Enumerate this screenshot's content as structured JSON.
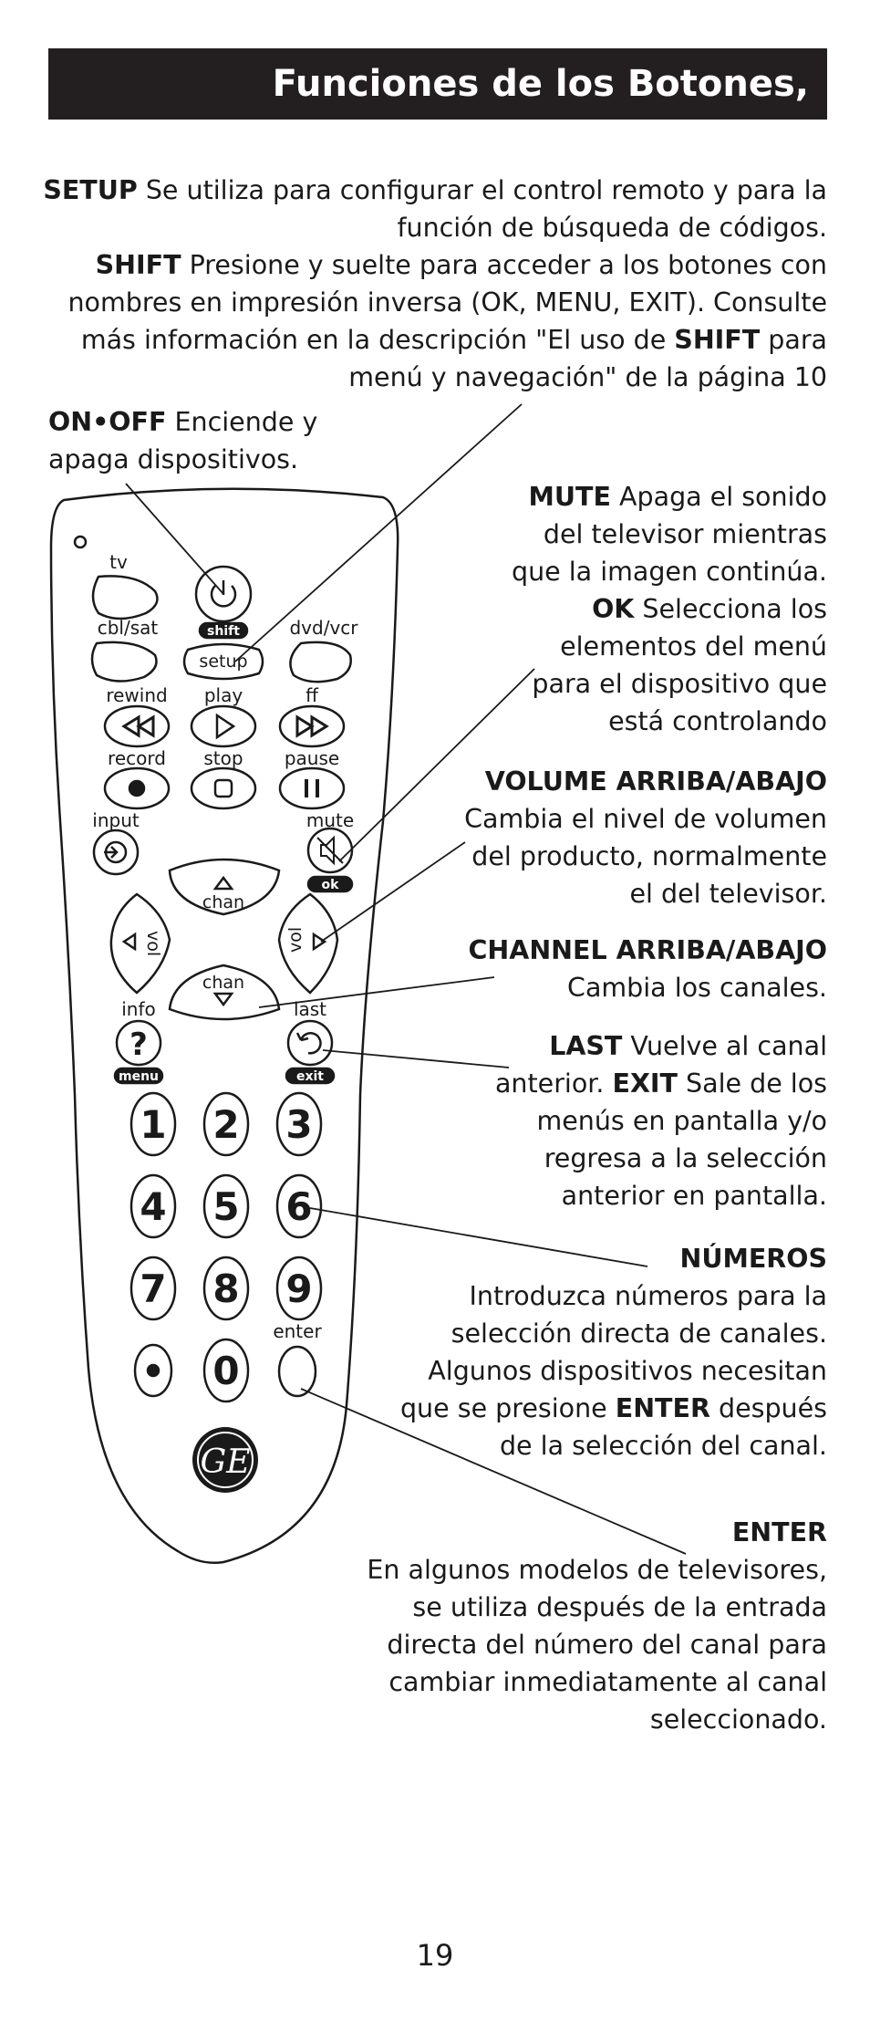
{
  "header": {
    "title": "Funciones de los Botones, continuación"
  },
  "setup": {
    "term": "SETUP",
    "line1": " Se utiliza para configurar el control remoto y para la",
    "line2": "función de búsqueda de códigos."
  },
  "shift": {
    "term": "SHIFT",
    "line1": " Presione y suelte para acceder a los botones con",
    "line2": "nombres en impresión inversa (OK, MENU, EXIT). Consulte",
    "line3a": "más información en la descripción \"El uso de ",
    "line3b": "SHIFT",
    "line3c": " para",
    "line4": "menú y navegación\" de la página 10"
  },
  "onoff": {
    "term": "ON•OFF",
    "line1": " Enciende y",
    "line2": "apaga dispositivos."
  },
  "mute": {
    "term": "MUTE",
    "line1": " Apaga el sonido",
    "line2": "del televisor mientras",
    "line3": "que la imagen continúa."
  },
  "ok": {
    "term": "OK",
    "line1": " Selecciona los",
    "line2": "elementos del menú",
    "line3": "para el dispositivo que",
    "line4": "está controlando"
  },
  "volume": {
    "term": "VOLUME ARRIBA/ABAJO",
    "line1": "Cambia el nivel de volumen",
    "line2": "del producto, normalmente",
    "line3": "el del televisor."
  },
  "channel": {
    "term": "CHANNEL ARRIBA/ABAJO",
    "line1": "Cambia los canales."
  },
  "last": {
    "term": "LAST",
    "line1": " Vuelve al canal",
    "line2a": "anterior. ",
    "line2b": "EXIT",
    "line2c": " Sale de los",
    "line3": "menús en pantalla y/o",
    "line4": "regresa a la selección",
    "line5": "anterior en pantalla."
  },
  "numeros": {
    "term": "NÚMEROS",
    "line1": "Introduzca números para la",
    "line2": "selección directa de canales.",
    "line3": "Algunos dispositivos necesitan",
    "line4a": "que se presione ",
    "line4b": "ENTER",
    "line4c": " después",
    "line5": "de la selección del canal."
  },
  "enter": {
    "term": "ENTER",
    "line1": "En algunos modelos de televisores,",
    "line2": "se utiliza después de la entrada",
    "line3": "directa del número del canal para",
    "line4": "cambiar inmediatamente al canal",
    "line5": "seleccionado."
  },
  "remote": {
    "tv": "tv",
    "cbl_sat": "cbl/sat",
    "dvd_vcr": "dvd/vcr",
    "shift_pill": "shift",
    "setup_btn": "setup",
    "rewind": "rewind",
    "play": "play",
    "ff": "ff",
    "record": "record",
    "stop": "stop",
    "pause": "pause",
    "input": "input",
    "mute": "mute",
    "ok_pill": "ok",
    "chan_up": "chan",
    "chan_down": "chan",
    "vol": "vol",
    "info": "info",
    "info_btn": "?",
    "menu_pill": "menu",
    "last": "last",
    "exit_pill": "exit",
    "n1": "1",
    "n2": "2",
    "n3": "3",
    "n4": "4",
    "n5": "5",
    "n6": "6",
    "n7": "7",
    "n8": "8",
    "n9": "9",
    "n0": "0",
    "enter": "enter",
    "logo": "GE"
  },
  "footer": {
    "page_number": "19"
  }
}
